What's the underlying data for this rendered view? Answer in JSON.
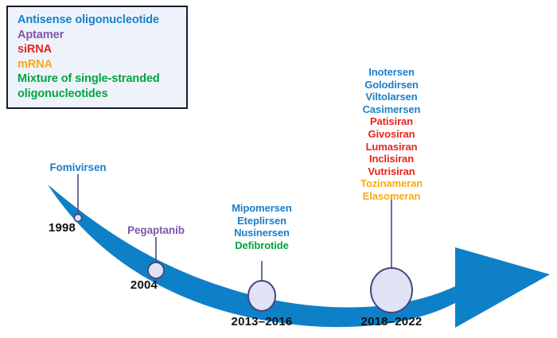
{
  "colors": {
    "antisense": "#1a7fc9",
    "aptamer": "#7e57a8",
    "sirna": "#e8241d",
    "mrna": "#f9a81a",
    "mixture": "#00a63f",
    "arrow": "#0d80c8",
    "node_fill": "#dfe3f5",
    "node_stroke": "#45457f",
    "leader": "#4a4a8a",
    "legend_bg": "#eef3fb",
    "legend_border": "#1a1a2e",
    "year_text": "#111111"
  },
  "legend": {
    "items": [
      {
        "label": "Antisense oligonucleotide",
        "color": "#1a7fc9"
      },
      {
        "label": "Aptamer",
        "color": "#7e57a8"
      },
      {
        "label": "siRNA",
        "color": "#e8241d"
      },
      {
        "label": "mRNA",
        "color": "#f9a81a"
      },
      {
        "label": "Mixture of single-stranded",
        "color": "#00a63f"
      },
      {
        "label": "oligonucleotides",
        "color": "#00a63f"
      }
    ]
  },
  "milestones": [
    {
      "year": "1998",
      "drugs": [
        {
          "name": "Fomivirsen",
          "color": "#1a7fc9"
        }
      ]
    },
    {
      "year": "2004",
      "drugs": [
        {
          "name": "Pegaptanib",
          "color": "#7e57a8"
        }
      ]
    },
    {
      "year": "2013–2016",
      "drugs": [
        {
          "name": "Mipomersen",
          "color": "#1a7fc9"
        },
        {
          "name": "Eteplirsen",
          "color": "#1a7fc9"
        },
        {
          "name": "Nusinersen",
          "color": "#1a7fc9"
        },
        {
          "name": "Defibrotide",
          "color": "#00a63f"
        }
      ]
    },
    {
      "year": "2018–2022",
      "drugs": [
        {
          "name": "Inotersen",
          "color": "#1a7fc9"
        },
        {
          "name": "Golodirsen",
          "color": "#1a7fc9"
        },
        {
          "name": "Viltolarsen",
          "color": "#1a7fc9"
        },
        {
          "name": "Casimersen",
          "color": "#1a7fc9"
        },
        {
          "name": "Patisiran",
          "color": "#e8241d"
        },
        {
          "name": "Givosiran",
          "color": "#e8241d"
        },
        {
          "name": "Lumasiran",
          "color": "#e8241d"
        },
        {
          "name": "Inclisiran",
          "color": "#e8241d"
        },
        {
          "name": "Vutrisiran",
          "color": "#e8241d"
        },
        {
          "name": "Tozinameran",
          "color": "#f9a81a"
        },
        {
          "name": "Elasomeran",
          "color": "#f9a81a"
        }
      ]
    }
  ]
}
